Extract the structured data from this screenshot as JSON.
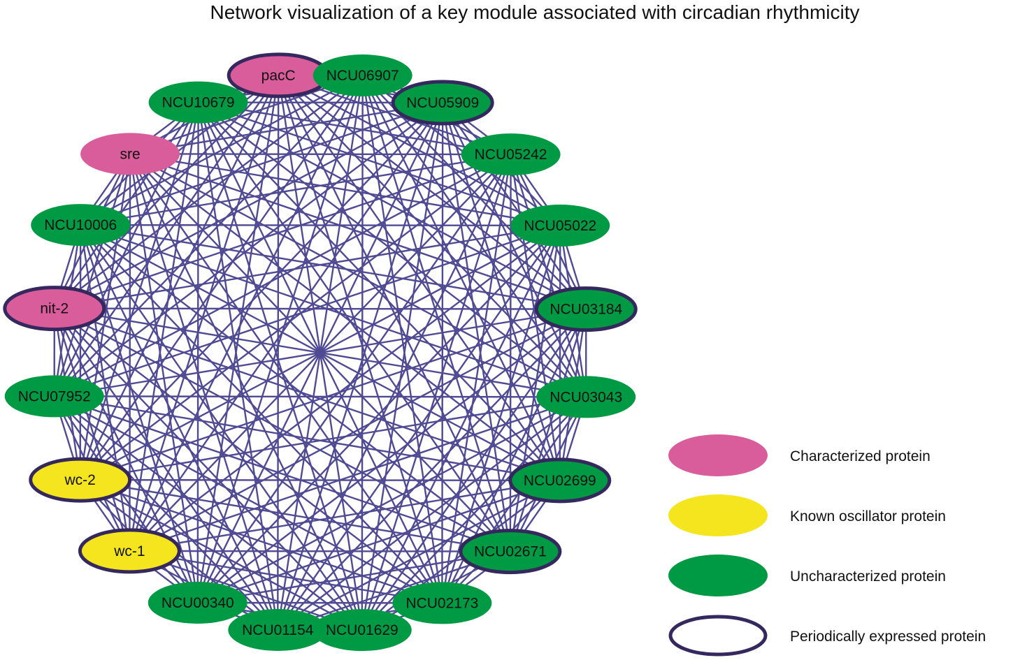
{
  "title": "Network visualization of a key module associated with circadian rhythmicity",
  "colors": {
    "edge": "#4f4a93",
    "periodic_outline": "#35285e",
    "characterized": "#d95c9b",
    "known_oscillator": "#f4e51f",
    "uncharacterized": "#009a44"
  },
  "legend": [
    {
      "key": "characterized",
      "label": "Characterized protein"
    },
    {
      "key": "known_oscillator",
      "label": "Known oscillator protein"
    },
    {
      "key": "uncharacterized",
      "label": "Uncharacterized protein"
    },
    {
      "key": "periodic",
      "label": "Periodically expressed protein"
    }
  ],
  "nodes": [
    {
      "label": "NCU10679",
      "type": "uncharacterized",
      "periodic": false
    },
    {
      "label": "pacC",
      "type": "characterized",
      "periodic": true
    },
    {
      "label": "NCU06907",
      "type": "uncharacterized",
      "periodic": false
    },
    {
      "label": "NCU05909",
      "type": "uncharacterized",
      "periodic": true
    },
    {
      "label": "NCU05242",
      "type": "uncharacterized",
      "periodic": false
    },
    {
      "label": "NCU05022",
      "type": "uncharacterized",
      "periodic": false
    },
    {
      "label": "NCU03184",
      "type": "uncharacterized",
      "periodic": true
    },
    {
      "label": "NCU03043",
      "type": "uncharacterized",
      "periodic": false
    },
    {
      "label": "NCU02699",
      "type": "uncharacterized",
      "periodic": true
    },
    {
      "label": "NCU02671",
      "type": "uncharacterized",
      "periodic": true
    },
    {
      "label": "NCU02173",
      "type": "uncharacterized",
      "periodic": false
    },
    {
      "label": "NCU01629",
      "type": "uncharacterized",
      "periodic": false
    },
    {
      "label": "NCU01154",
      "type": "uncharacterized",
      "periodic": false
    },
    {
      "label": "NCU00340",
      "type": "uncharacterized",
      "periodic": false
    },
    {
      "label": "wc-1",
      "type": "known_oscillator",
      "periodic": true
    },
    {
      "label": "wc-2",
      "type": "known_oscillator",
      "periodic": true
    },
    {
      "label": "NCU07952",
      "type": "uncharacterized",
      "periodic": false
    },
    {
      "label": "nit-2",
      "type": "characterized",
      "periodic": true
    },
    {
      "label": "NCU10006",
      "type": "uncharacterized",
      "periodic": false
    },
    {
      "label": "sre",
      "type": "characterized",
      "periodic": false
    }
  ]
}
